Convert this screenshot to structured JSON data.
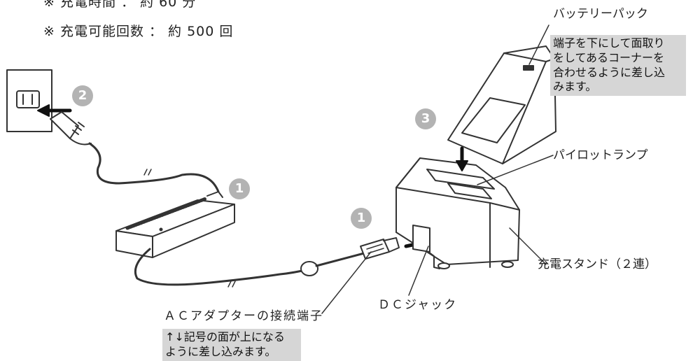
{
  "notes": {
    "charge_time": "※ 充電時間 ： 約 60 分",
    "charge_count": "※ 充電可能回数 ： 約 500 回"
  },
  "steps": {
    "outlet": "2",
    "battery": "3",
    "adapter": "1",
    "dc_plug": "1"
  },
  "labels": {
    "battery_pack": "バッテリーパック",
    "battery_pack_note": "端子を下にして面取り\nをしてあるコーナーを\n合わせるように差し込\nみます。",
    "pilot_lamp": "パイロットランプ",
    "charging_stand": "充電スタンド（２連）",
    "dc_jack": "ＤＣジャック",
    "adapter_connector": "ＡＣアダプターの接続端子",
    "adapter_connector_note": "↑↓記号の面が上になる\nように差し込みます。"
  }
}
